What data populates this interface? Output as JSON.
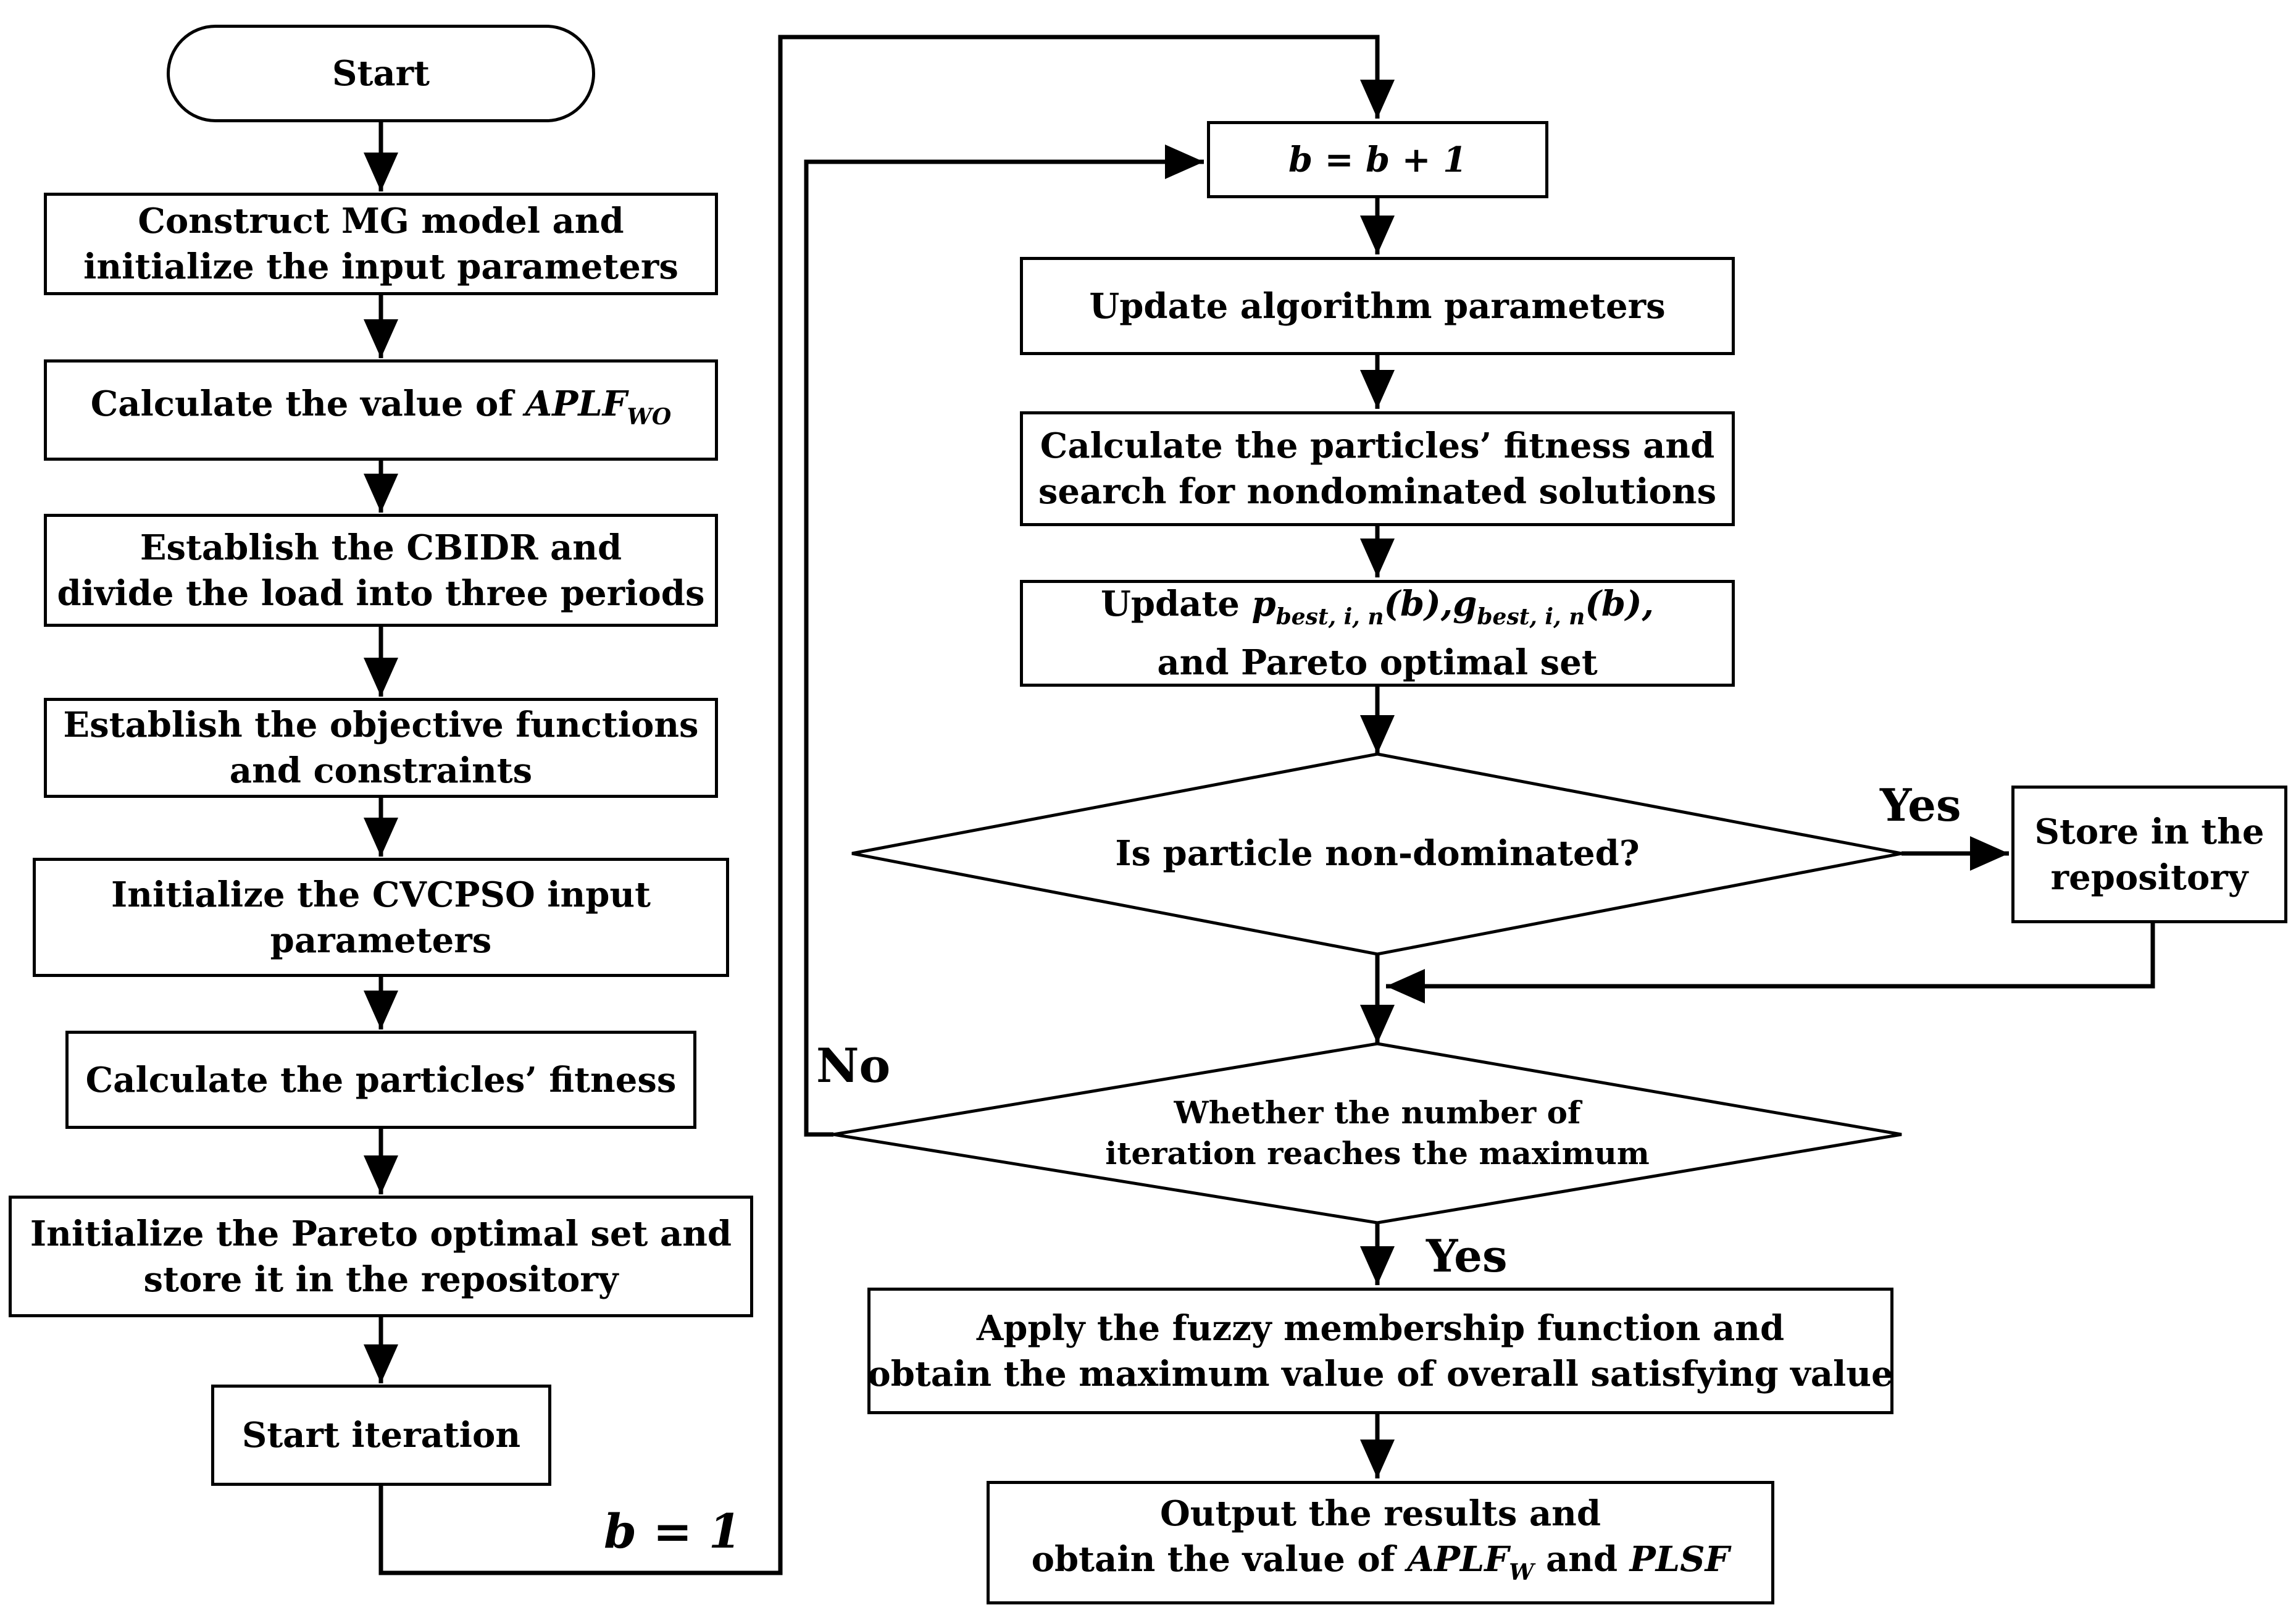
{
  "nodes": {
    "start": "Start",
    "construct": [
      "Construct MG model and",
      "initialize the input parameters"
    ],
    "calc_aplf": {
      "prefix": "Calculate the value of ",
      "math": "APLF",
      "sub": "WO"
    },
    "cbidr": [
      "Establish the CBIDR and",
      "divide the load into three periods"
    ],
    "objective": [
      "Establish the objective functions",
      "and constraints"
    ],
    "init_cvcpso": [
      "Initialize the CVCPSO input",
      "parameters"
    ],
    "calc_fitness": "Calculate the particles’ fitness",
    "init_pareto": [
      "Initialize the Pareto optimal set and",
      "store it in the repository"
    ],
    "start_iter": "Start iteration",
    "b_update": "b = b + 1",
    "update_alg": "Update algorithm parameters",
    "calc_fitness2": [
      "Calculate the particles’ fitness and",
      "search for nondominated solutions"
    ],
    "update_best": {
      "word": "Update ",
      "p": "p",
      "p_sub": "best, i, n",
      "p_arg": "(b),",
      "g": "g",
      "g_sub": "best, i, n",
      "g_arg": "(b),",
      "line2": "and Pareto optimal set"
    },
    "decision1": "Is particle non-dominated?",
    "store": [
      "Store in the",
      "repository"
    ],
    "decision2": [
      "Whether the number of",
      "iteration reaches the maximum"
    ],
    "fuzzy": [
      "Apply the fuzzy membership function and",
      "obtain the maximum value of overall satisfying value"
    ],
    "output": {
      "line1": "Output the results and",
      "prefix": "obtain the value of ",
      "m1": "APLF",
      "m1_sub": "W",
      "and": " and ",
      "m2": "PLSF"
    }
  },
  "labels": {
    "yes1": "Yes",
    "yes2": "Yes",
    "no": "No",
    "b1": "b = 1"
  }
}
